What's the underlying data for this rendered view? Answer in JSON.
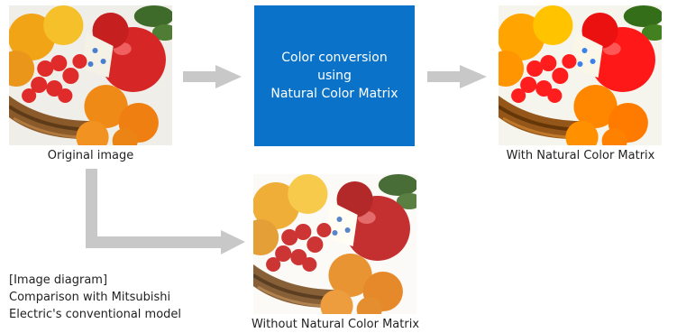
{
  "diagram": {
    "original_caption": "Original image",
    "with_caption": "With Natural Color Matrix",
    "without_caption": "Without Natural Color Matrix",
    "process_box_lines": [
      "Color conversion",
      "using",
      "Natural Color Matrix"
    ],
    "note_lines": [
      "[Image diagram]",
      "Comparison with Mitsubishi",
      "Electric's conventional model"
    ]
  },
  "colors": {
    "process_box": "#0a72c9",
    "arrow": "#c8c8c8"
  },
  "icons": {
    "photo": "fruit-basket-photo"
  }
}
